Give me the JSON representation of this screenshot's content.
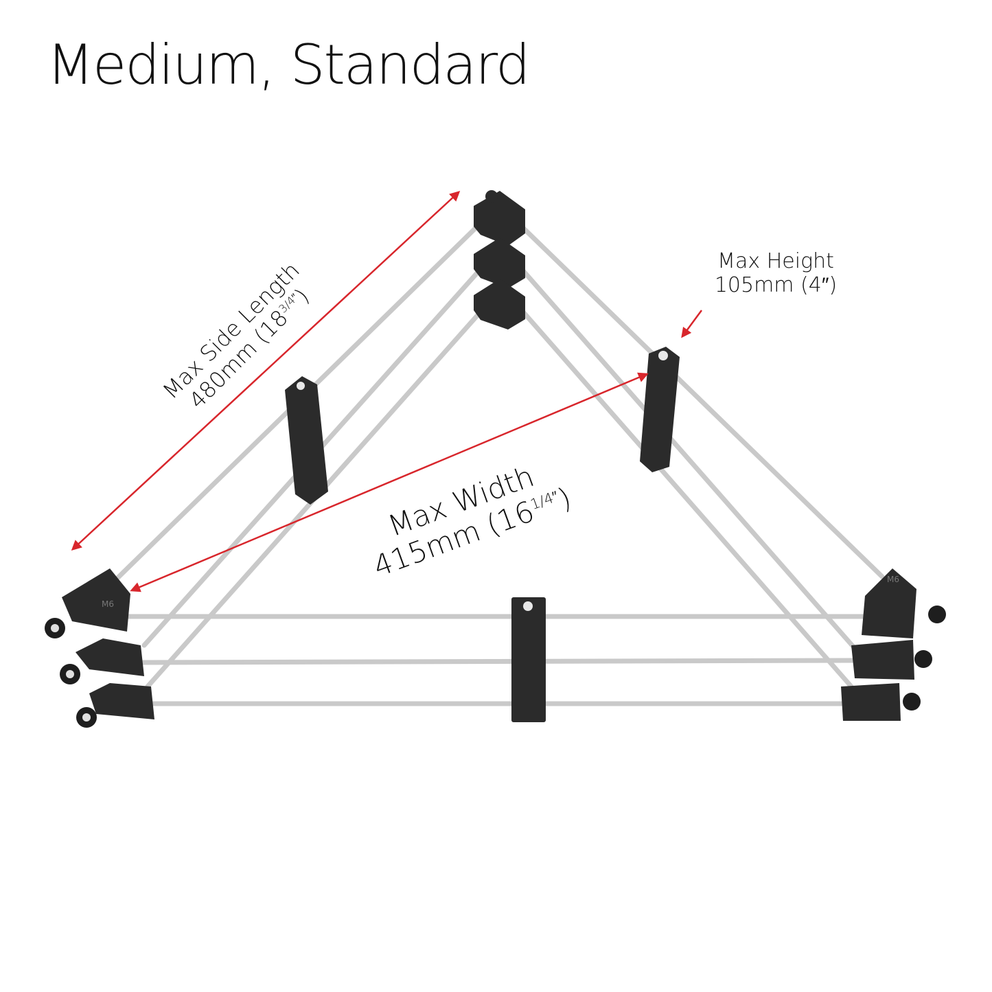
{
  "title": "Medium, Standard",
  "labels": {
    "side_line1": "Max Side Length",
    "side_line2": "480mm (18",
    "side_frac": "3/4″",
    "side_close": ")",
    "width_line1": "Max Width",
    "width_line2": "415mm (16",
    "width_frac": "1/4″",
    "width_close": ")",
    "height_line1": "Max Height",
    "height_line2": "105mm (4″)"
  },
  "block_text": "M6",
  "colors": {
    "arrow": "#d8262c",
    "rod": "#c9c9c9",
    "block": "#2b2b2b",
    "text": "#111111"
  }
}
